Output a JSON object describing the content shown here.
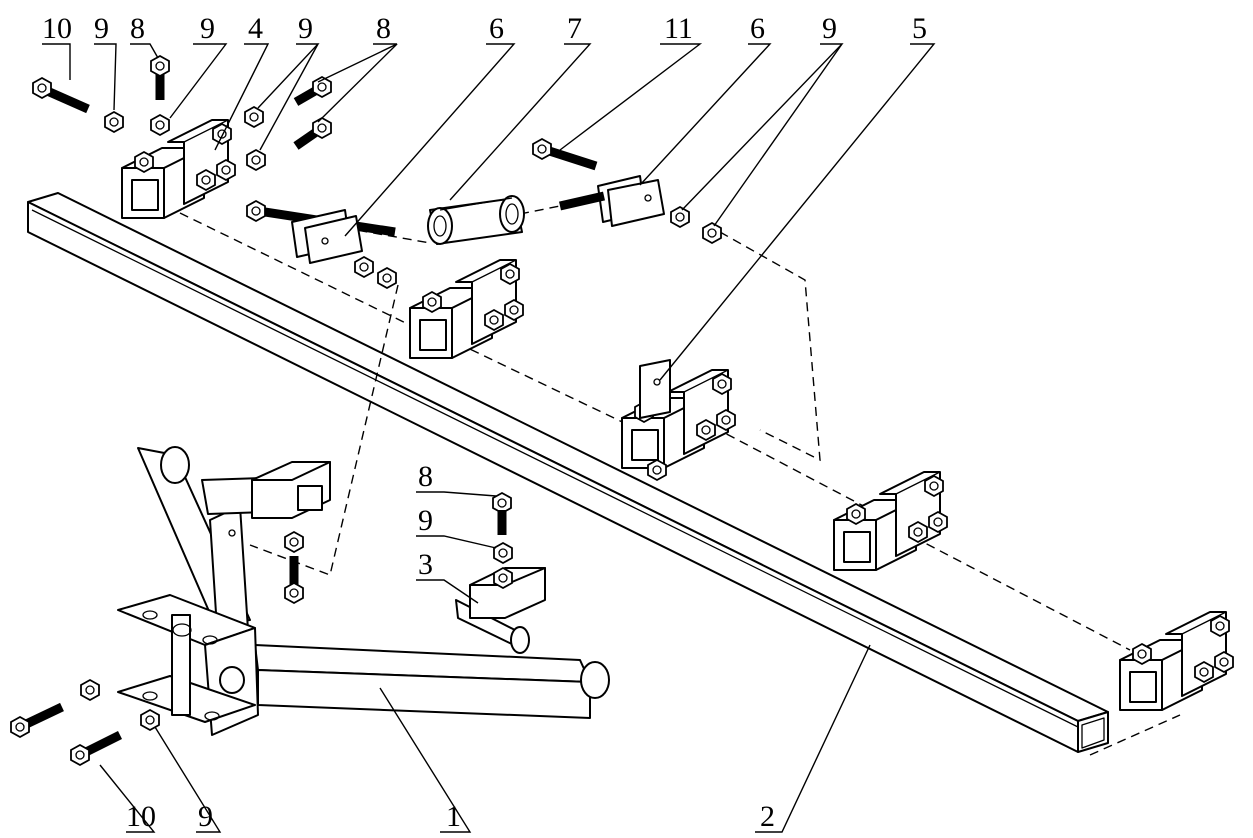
{
  "callouts": {
    "c10a": "10",
    "c9a": "9",
    "c8a": "8",
    "c9b": "9",
    "c4": "4",
    "c9c": "9",
    "c8b": "8",
    "c6a": "6",
    "c7": "7",
    "c11": "11",
    "c6b": "6",
    "c9d": "9",
    "c5": "5",
    "c8c": "8",
    "c9e": "9",
    "c3": "3",
    "c10b": "10",
    "c9f": "9",
    "c1": "1",
    "c2": "2"
  },
  "colors": {
    "line": "#000000",
    "background": "#ffffff"
  }
}
